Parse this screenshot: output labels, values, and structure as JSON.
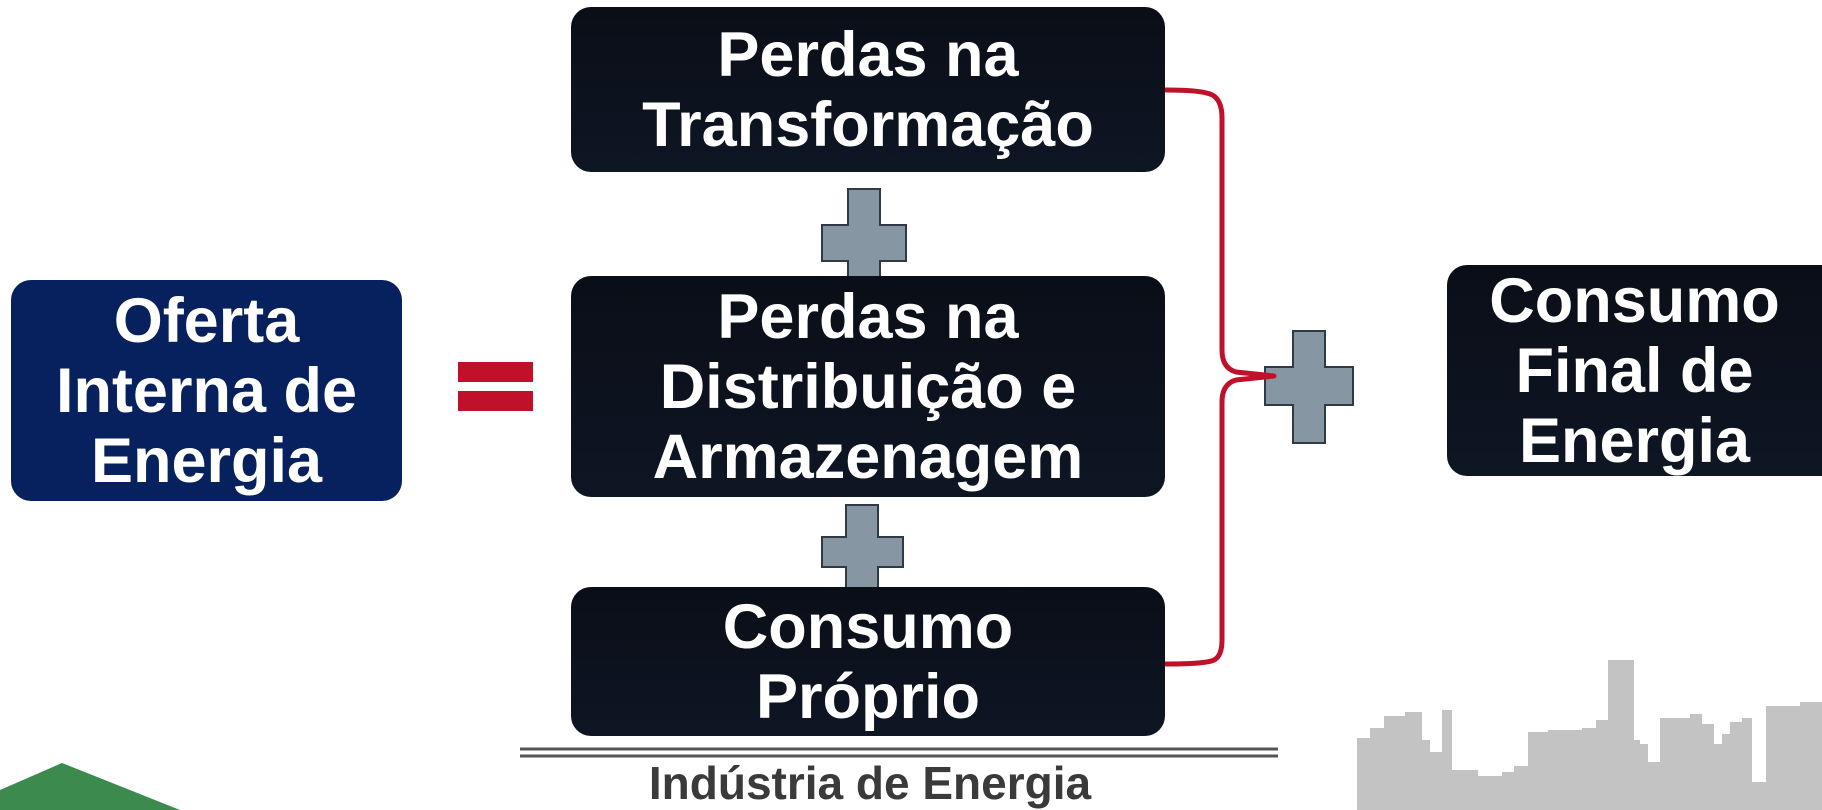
{
  "diagram": {
    "oferta": "Oferta\nInterna de\nEnergia",
    "perdas_transformacao": "Perdas na\nTransformação",
    "perdas_distribuicao": "Perdas na\nDistribuição e\nArmazenagem",
    "consumo_proprio": "Consumo\nPróprio",
    "consumo_final": "Consumo\nFinal de\nEnergia",
    "industria_label": "Indústria de Energia"
  },
  "colors": {
    "dark_box": "#0b111c",
    "navy_box": "#06215e",
    "equals_red": "#c0102a",
    "bracket_red": "#c0102a",
    "plus_gray": "#8796a3",
    "skyline_gray": "#c3c3c3",
    "hill_green": "#3c8a4e"
  }
}
